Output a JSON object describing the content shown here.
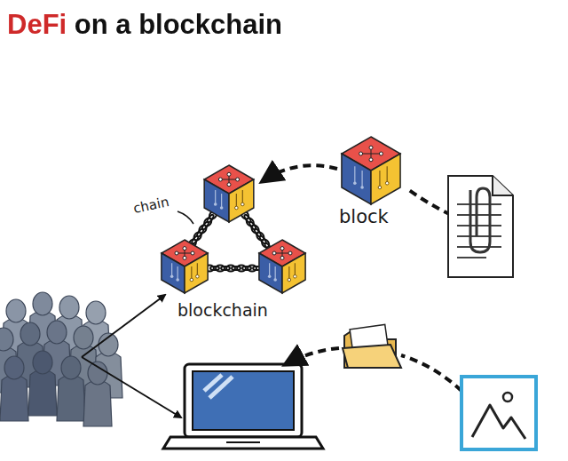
{
  "diagram": {
    "title": "DeFi on a blockchain",
    "labels": [
      "chain",
      "block",
      "blockchain"
    ]
  }
}
